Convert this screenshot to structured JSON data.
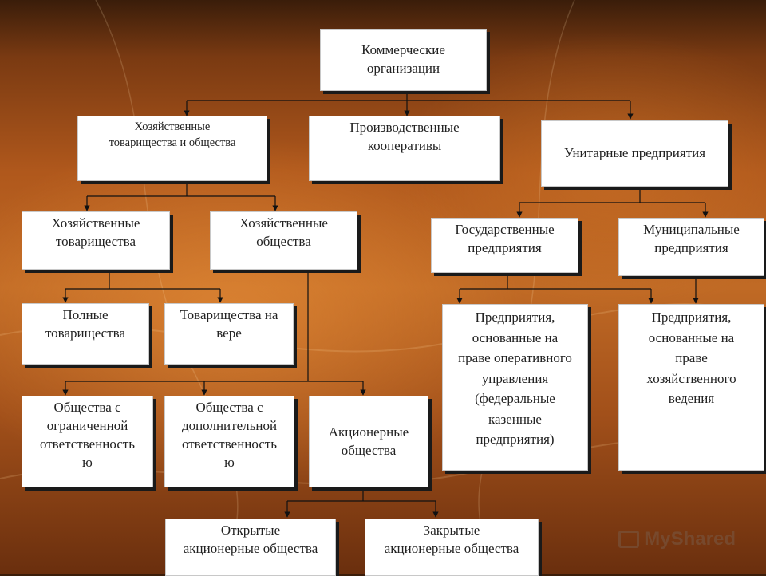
{
  "nodes": {
    "commercial": [
      "Коммерческие",
      "организации"
    ],
    "business_partnerships_societies": [
      "Хозяйственные",
      "товарищества и общества"
    ],
    "production_cooperatives": [
      "Производственные",
      "кооперативы"
    ],
    "unitary_enterprises": [
      "Унитарные предприятия"
    ],
    "business_partnerships": [
      "Хозяйственные",
      "товарищества"
    ],
    "business_societies": [
      "Хозяйственные",
      "общества"
    ],
    "state_enterprises": [
      "Государственные",
      "предприятия"
    ],
    "municipal_enterprises": [
      "Муниципальные",
      "предприятия"
    ],
    "full_partnerships": [
      "Полные",
      "товарищества"
    ],
    "limited_partnerships": [
      "Товарищества на",
      "вере"
    ],
    "operational_management": [
      "Предприятия,",
      "основанные на",
      "праве оперативного",
      "управления",
      "(федеральные",
      "казенные",
      "предприятия)"
    ],
    "economic_management": [
      "Предприятия,",
      "основанные на",
      "праве",
      "хозяйственного",
      "ведения"
    ],
    "llc": [
      "Общества с",
      "ограниченной",
      "ответственность",
      "ю"
    ],
    "alc": [
      "Общества с",
      "дополнительной",
      "ответственность",
      "ю"
    ],
    "joint_stock": [
      "Акционерные",
      "общества"
    ],
    "open_jsc": [
      "Открытые",
      "акционерные общества"
    ],
    "closed_jsc": [
      "Закрытые",
      "акционерные общества"
    ]
  },
  "watermark": "MyShared",
  "colors": {
    "box": "#ffffff",
    "shadow": "#1a1a1a",
    "line": "#111111"
  }
}
